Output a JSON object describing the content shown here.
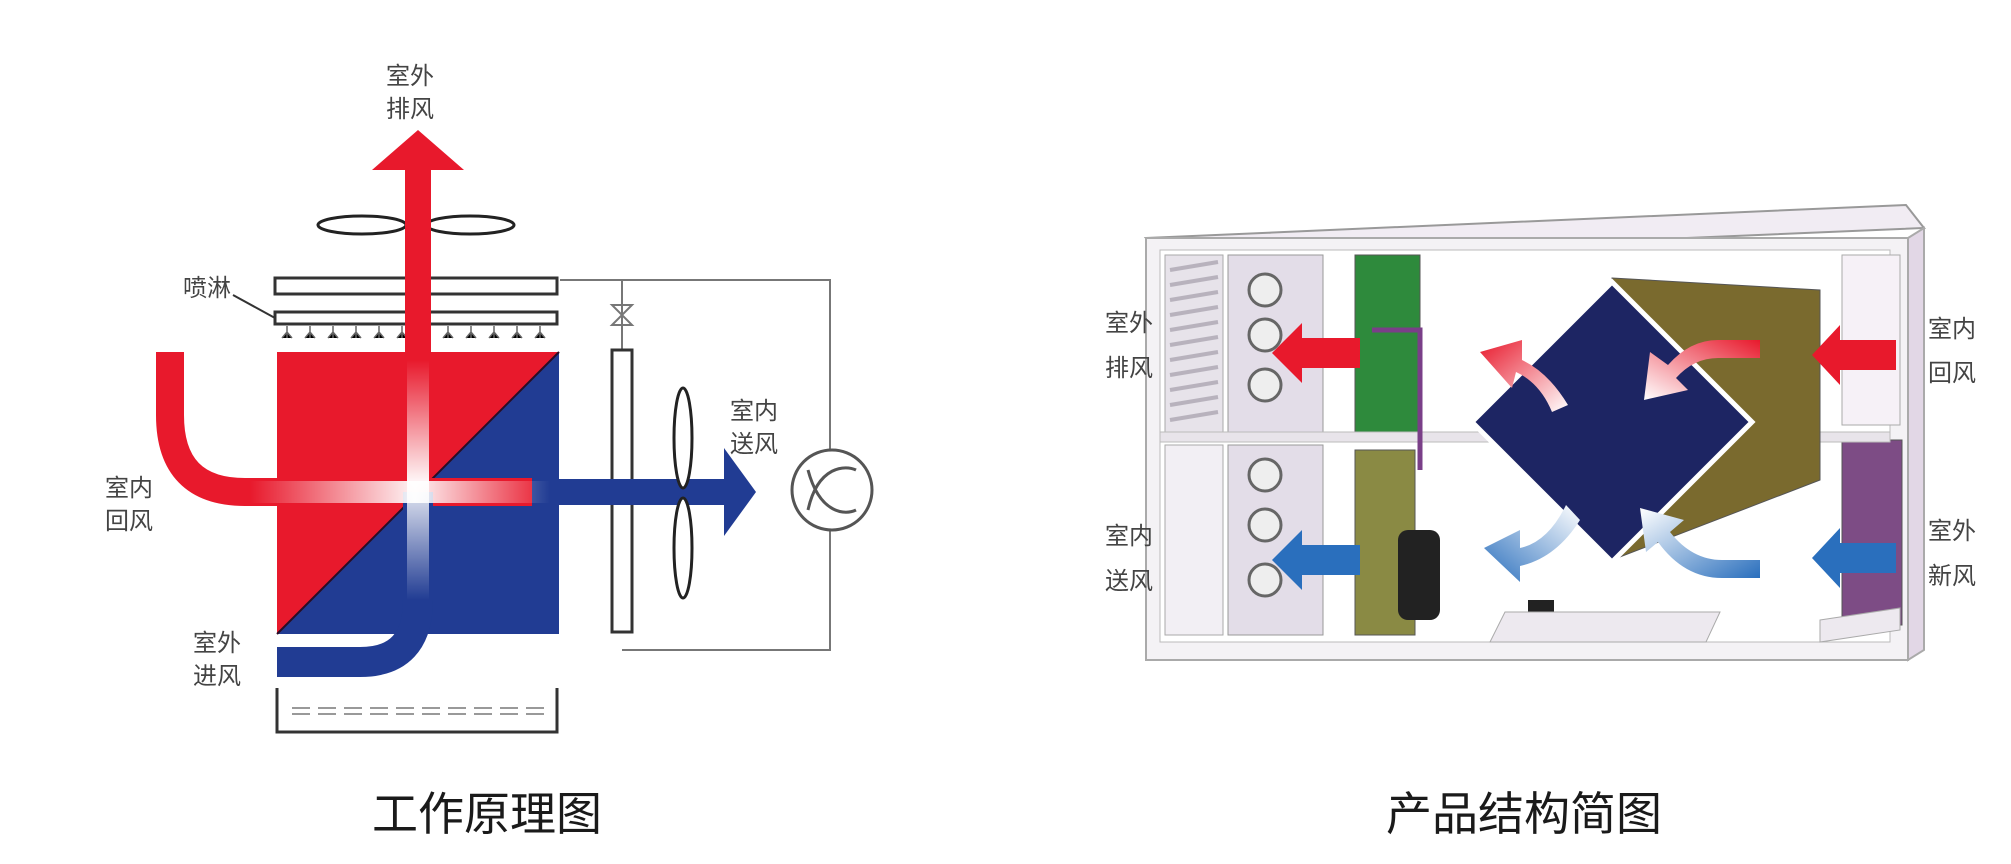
{
  "left_diagram": {
    "caption": "工作原理图",
    "labels": {
      "exhaust": [
        "室外",
        "排风"
      ],
      "spray": "喷淋",
      "return_air": [
        "室内",
        "回风"
      ],
      "supply_air": [
        "室内",
        "送风"
      ],
      "fresh_air": [
        "室外",
        "进风"
      ]
    }
  },
  "right_diagram": {
    "caption": "产品结构简图",
    "labels": {
      "exhaust": [
        "室外",
        "排风"
      ],
      "supply_air": [
        "室内",
        "送风"
      ],
      "return_air": [
        "室内",
        "回风"
      ],
      "fresh_air": [
        "室外",
        "新风"
      ]
    }
  },
  "colors": {
    "warm_air": "#e8192c",
    "cool_air": "#213c93",
    "heat_exchanger_core": "#1d2563",
    "filter_green": "#2e8a3c",
    "filter_purple": "#7d4c85",
    "casing": "#ece6ef"
  }
}
